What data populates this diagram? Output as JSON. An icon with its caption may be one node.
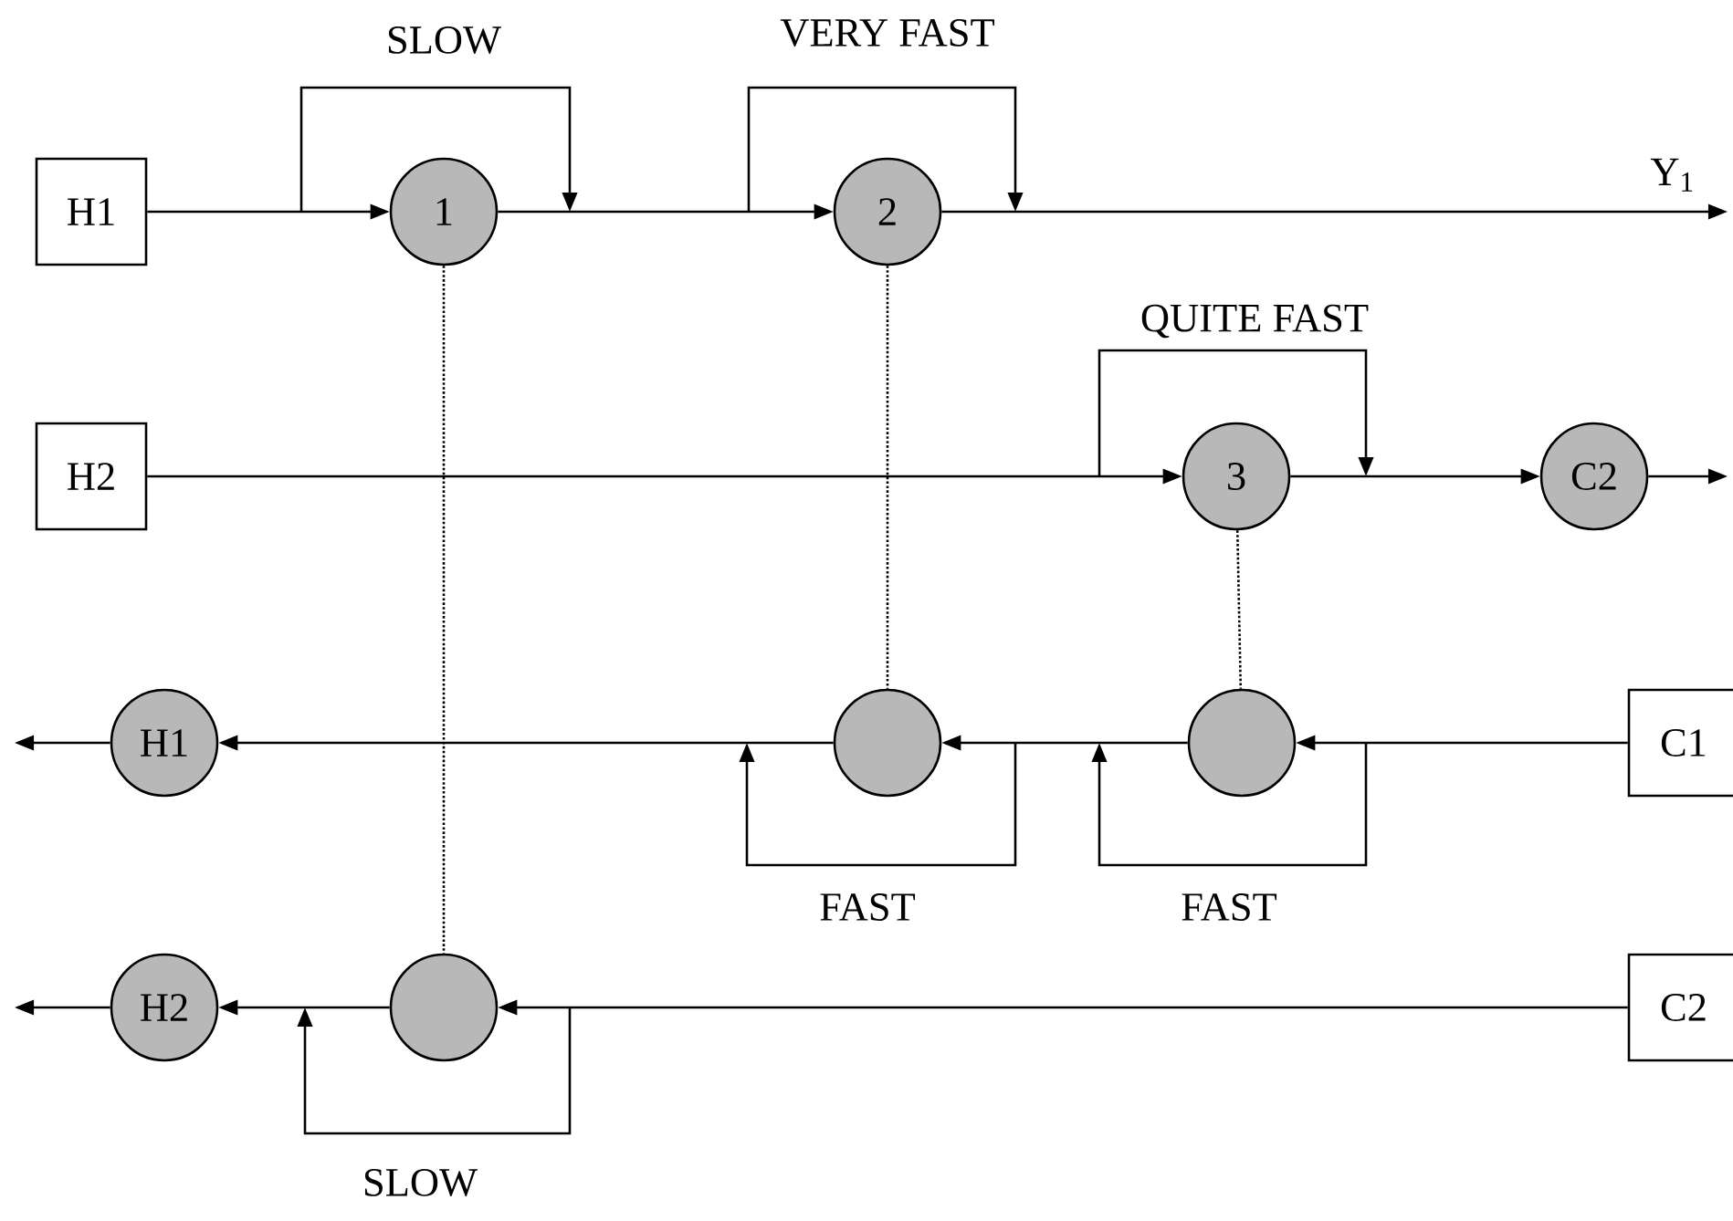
{
  "diagram": {
    "nodes": [
      {
        "text": [
          "H1"
        ]
      },
      {
        "text": [
          "1"
        ]
      },
      {
        "text": [
          "2"
        ]
      },
      {
        "text": [
          "H2"
        ]
      },
      {
        "text": [
          "3"
        ]
      },
      {
        "text": [
          "C2"
        ]
      },
      {
        "text": [
          "C1"
        ]
      },
      {
        "text": [],
        "shape": "circle"
      },
      {
        "text": [],
        "shape": "circle"
      },
      {
        "text": [
          "H1"
        ]
      },
      {
        "text": [
          "C2"
        ]
      },
      {
        "text": [],
        "shape": "circle"
      },
      {
        "text": [
          "H2"
        ]
      }
    ],
    "edges": [
      {
        "from": 0,
        "to": 1,
        "arrow": "to"
      },
      {
        "from": 1,
        "to": 2,
        "arrow": "to"
      },
      {
        "from": 2,
        "to": null,
        "arrow": "to",
        "label": "Y$_{1}$"
      },
      {
        "from": 3,
        "to": 4,
        "arrow": "to"
      },
      {
        "from": 4,
        "to": 5,
        "arrow": "to"
      },
      {
        "from": 5,
        "to": null,
        "arrow": "to"
      },
      {
        "from": 6,
        "to": 8,
        "arrow": "to"
      },
      {
        "from": 8,
        "to": 7,
        "arrow": "to"
      },
      {
        "from": 7,
        "to": 9,
        "arrow": "to"
      },
      {
        "from": 9,
        "to": null,
        "arrow": "to"
      },
      {
        "from": 10,
        "to": 11,
        "arrow": "to"
      },
      {
        "from": 11,
        "to": 12,
        "arrow": "to"
      },
      {
        "from": 12,
        "to": null,
        "arrow": "to"
      },
      {
        "from": 1,
        "to": 11,
        "arrow": "none",
        "style": "dashed"
      },
      {
        "from": 2,
        "to": 7,
        "arrow": "none",
        "style": "dashed"
      },
      {
        "from": 4,
        "to": 8,
        "arrow": "none",
        "style": "dashed"
      }
    ],
    "labels": [
      "SLOW",
      "VERY FAST",
      "QUITE FAST",
      "FAST",
      "FAST",
      "SLOW"
    ]
  }
}
